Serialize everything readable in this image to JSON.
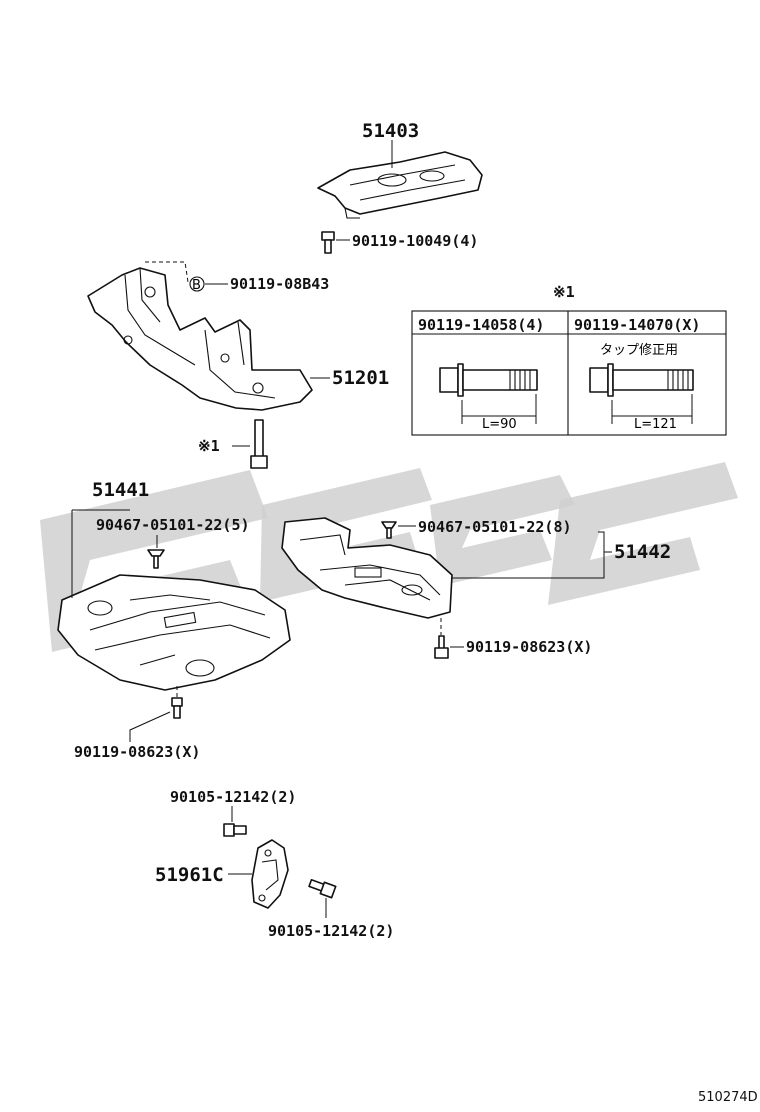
{
  "labels": {
    "p51403": "51403",
    "b90119_10049": "90119-10049(4)",
    "b90119_08b43": "90119-08B43",
    "b_marker": "B",
    "p51201": "51201",
    "note_mark": "※1",
    "table_mark": "※1",
    "p51441": "51441",
    "c90467_left": "90467-05101-22(5)",
    "c90467_right": "90467-05101-22(8)",
    "p51442": "51442",
    "b90119_08623_right": "90119-08623(X)",
    "b90119_08623_left": "90119-08623(X)",
    "b90105_top": "90105-12142(2)",
    "p51961c": "51961C",
    "b90105_bottom": "90105-12142(2)",
    "ref_code": "510274D"
  },
  "bolt_table": {
    "col1_header": "90119-14058(4)",
    "col2_header": "90119-14070(X)",
    "col2_note": "タップ修正用",
    "col1_length": "L=90",
    "col2_length": "L=121"
  }
}
